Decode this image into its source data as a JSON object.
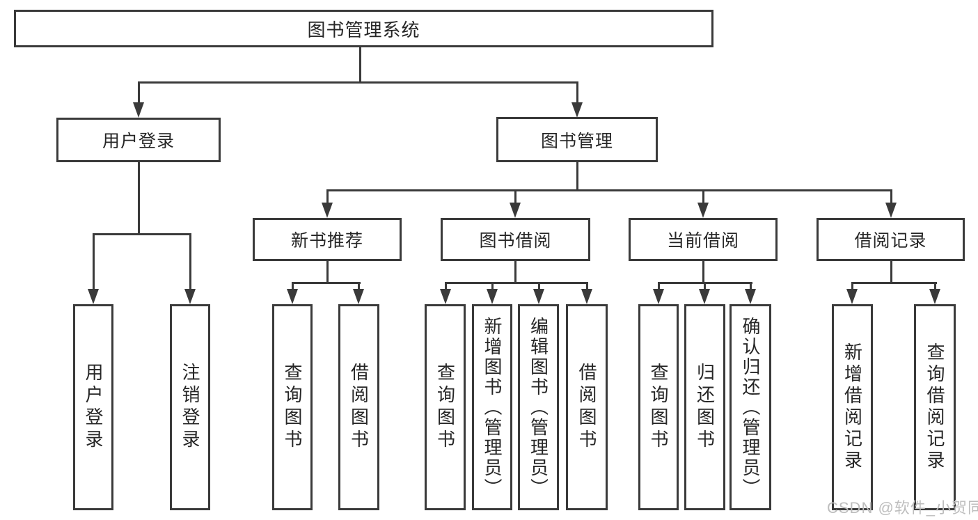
{
  "diagram_title": "图书管理系统",
  "tree": {
    "label": "图书管理系统",
    "children": [
      {
        "label": "用户登录",
        "children": [
          {
            "label": "用户登录"
          },
          {
            "label": "注销登录"
          }
        ]
      },
      {
        "label": "图书管理",
        "children": [
          {
            "label": "新书推荐",
            "children": [
              {
                "label": "查询图书"
              },
              {
                "label": "借阅图书"
              }
            ]
          },
          {
            "label": "图书借阅",
            "children": [
              {
                "label": "查询图书"
              },
              {
                "label": "新增图书（管理员）"
              },
              {
                "label": "编辑图书（管理员）"
              },
              {
                "label": "借阅图书"
              }
            ]
          },
          {
            "label": "当前借阅",
            "children": [
              {
                "label": "查询图书"
              },
              {
                "label": "归还图书"
              },
              {
                "label": "确认归还（管理员）"
              }
            ]
          },
          {
            "label": "借阅记录",
            "children": [
              {
                "label": "新增借阅记录"
              },
              {
                "label": "查询借阅记录"
              }
            ]
          }
        ]
      }
    ]
  },
  "watermark": "CSDN @软件_小贺同学",
  "colors": {
    "line": "#3a3a3a",
    "text": "#262626",
    "watermark": "#bdbdbd",
    "background": "#ffffff"
  }
}
